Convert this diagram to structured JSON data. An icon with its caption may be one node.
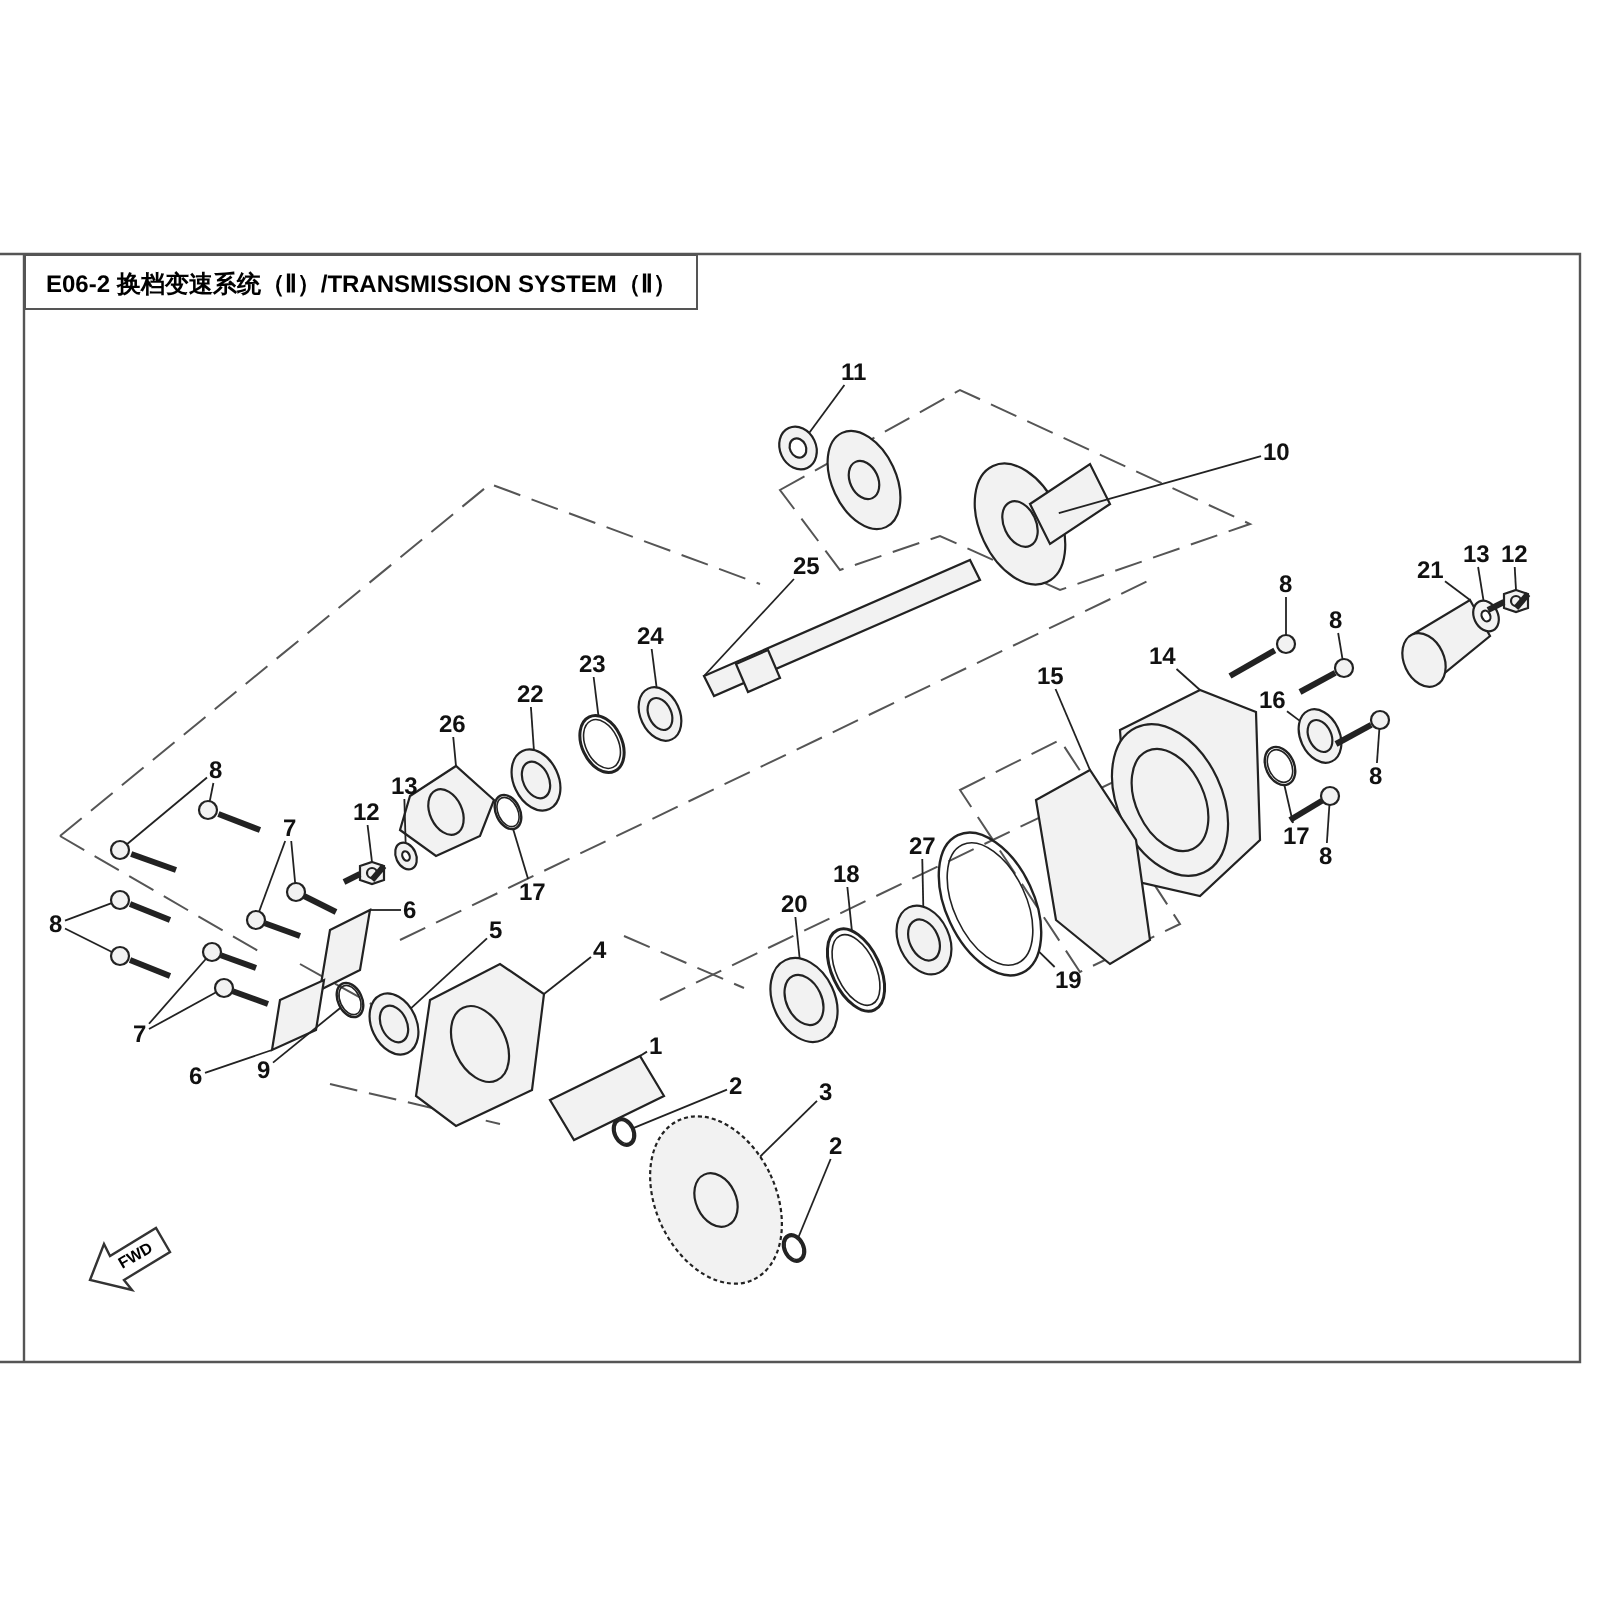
{
  "diagram": {
    "title": "E06-2 换档变速系统（Ⅱ）/TRANSMISSION SYSTEM（Ⅱ）",
    "nodes": [
      {
        "text": [
          "11"
        ]
      },
      {
        "text": [
          "10"
        ]
      },
      {
        "text": [
          "25"
        ]
      },
      {
        "text": [
          "8"
        ]
      },
      {
        "text": [
          "21"
        ]
      },
      {
        "text": [
          "13"
        ]
      },
      {
        "text": [
          "12"
        ]
      },
      {
        "text": [
          "24"
        ]
      },
      {
        "text": [
          "8"
        ]
      },
      {
        "text": [
          "14"
        ]
      },
      {
        "text": [
          "23"
        ]
      },
      {
        "text": [
          "15"
        ]
      },
      {
        "text": [
          "22"
        ]
      },
      {
        "text": [
          "16"
        ]
      },
      {
        "text": [
          "26"
        ]
      },
      {
        "text": [
          "8"
        ]
      },
      {
        "text": [
          "8"
        ]
      },
      {
        "text": [
          "13"
        ]
      },
      {
        "text": [
          "17"
        ]
      },
      {
        "text": [
          "12"
        ]
      },
      {
        "text": [
          "7"
        ]
      },
      {
        "text": [
          "27"
        ]
      },
      {
        "text": [
          "8"
        ]
      },
      {
        "text": [
          "18"
        ]
      },
      {
        "text": [
          "17"
        ]
      },
      {
        "text": [
          "20"
        ]
      },
      {
        "text": [
          "6"
        ]
      },
      {
        "text": [
          "8"
        ]
      },
      {
        "text": [
          "19"
        ]
      },
      {
        "text": [
          "5"
        ]
      },
      {
        "text": [
          "4"
        ]
      },
      {
        "text": [
          "7"
        ]
      },
      {
        "text": [
          "1"
        ]
      },
      {
        "text": [
          "9"
        ]
      },
      {
        "text": [
          "6"
        ]
      },
      {
        "text": [
          "2"
        ]
      },
      {
        "text": [
          "3"
        ]
      },
      {
        "text": [
          "2"
        ]
      },
      {
        "text": [],
        "shape": "picture"
      },
      {
        "text": [],
        "shape": "picture"
      },
      {
        "text": [],
        "shape": "picture"
      },
      {
        "text": [],
        "shape": "picture"
      },
      {
        "text": [],
        "shape": "picture"
      },
      {
        "text": [],
        "shape": "picture"
      },
      {
        "text": [],
        "shape": "picture"
      },
      {
        "text": [],
        "shape": "picture"
      },
      {
        "text": [],
        "shape": "picture"
      },
      {
        "text": [],
        "shape": "picture"
      },
      {
        "text": [],
        "shape": "picture"
      },
      {
        "text": [],
        "shape": "picture"
      },
      {
        "text": [],
        "shape": "picture"
      },
      {
        "text": [],
        "shape": "picture"
      },
      {
        "text": [],
        "shape": "picture"
      },
      {
        "text": [],
        "shape": "picture"
      },
      {
        "text": [],
        "shape": "picture"
      },
      {
        "text": [],
        "shape": "picture"
      },
      {
        "text": [],
        "shape": "picture"
      },
      {
        "text": [],
        "shape": "picture"
      },
      {
        "text": [],
        "shape": "picture"
      },
      {
        "text": [],
        "shape": "picture"
      },
      {
        "text": [],
        "shape": "picture"
      },
      {
        "text": [],
        "shape": "picture"
      },
      {
        "text": [],
        "shape": "picture"
      },
      {
        "text": [],
        "shape": "picture"
      },
      {
        "text": [],
        "shape": "picture"
      },
      {
        "text": [],
        "shape": "picture"
      },
      {
        "text": [],
        "shape": "picture"
      },
      {
        "text": [],
        "shape": "picture"
      },
      {
        "text": [],
        "shape": "picture"
      },
      {
        "text": [],
        "shape": "picture"
      },
      {
        "text": [],
        "shape": "picture"
      },
      {
        "text": [],
        "shape": "picture"
      },
      {
        "text": [],
        "shape": "picture"
      },
      {
        "text": [],
        "shape": "picture"
      },
      {
        "text": [],
        "shape": "picture"
      },
      {
        "text": [],
        "shape": "picture"
      },
      {
        "text": [],
        "shape": "picture"
      },
      {
        "text": [],
        "shape": "picture"
      },
      {
        "text": [],
        "shape": "picture"
      },
      {
        "text": [],
        "shape": "picture"
      }
    ],
    "edges": [
      {
        "from": 0,
        "to": 38,
        "arrow": "none"
      },
      {
        "from": 1,
        "to": 39,
        "arrow": "none"
      },
      {
        "from": 2,
        "to": 40,
        "arrow": "none"
      },
      {
        "from": 3,
        "to": 41,
        "arrow": "none"
      },
      {
        "from": 4,
        "to": 42,
        "arrow": "none"
      },
      {
        "from": 5,
        "to": 43,
        "arrow": "none"
      },
      {
        "from": 6,
        "to": 44,
        "arrow": "none"
      },
      {
        "from": 7,
        "to": 45,
        "arrow": "none"
      },
      {
        "from": 8,
        "to": 46,
        "arrow": "none"
      },
      {
        "from": 9,
        "to": 47,
        "arrow": "none"
      },
      {
        "from": 10,
        "to": 48,
        "arrow": "none"
      },
      {
        "from": 11,
        "to": 49,
        "arrow": "none"
      },
      {
        "from": 12,
        "to": 50,
        "arrow": "none"
      },
      {
        "from": 13,
        "to": 51,
        "arrow": "none"
      },
      {
        "from": 14,
        "to": 52,
        "arrow": "none"
      },
      {
        "from": 15,
        "to": 53,
        "arrow": "none"
      },
      {
        "from": 15,
        "to": 54,
        "arrow": "none"
      },
      {
        "from": 16,
        "to": 55,
        "arrow": "none"
      },
      {
        "from": 17,
        "to": 56,
        "arrow": "none"
      },
      {
        "from": 18,
        "to": 57,
        "arrow": "none"
      },
      {
        "from": 19,
        "to": 58,
        "arrow": "none"
      },
      {
        "from": 20,
        "to": 59,
        "arrow": "none"
      },
      {
        "from": 20,
        "to": 60,
        "arrow": "none"
      },
      {
        "from": 21,
        "to": 61,
        "arrow": "none"
      },
      {
        "from": 22,
        "to": 62,
        "arrow": "none"
      },
      {
        "from": 23,
        "to": 63,
        "arrow": "none"
      },
      {
        "from": 24,
        "to": 64,
        "arrow": "none"
      },
      {
        "from": 25,
        "to": 65,
        "arrow": "none"
      },
      {
        "from": 26,
        "to": 66,
        "arrow": "none"
      },
      {
        "from": 27,
        "to": 67,
        "arrow": "none"
      },
      {
        "from": 27,
        "to": 68,
        "arrow": "none"
      },
      {
        "from": 28,
        "to": 69,
        "arrow": "none"
      },
      {
        "from": 29,
        "to": 70,
        "arrow": "none"
      },
      {
        "from": 30,
        "to": 71,
        "arrow": "none"
      },
      {
        "from": 31,
        "to": 72,
        "arrow": "none"
      },
      {
        "from": 31,
        "to": 73,
        "arrow": "none"
      },
      {
        "from": 32,
        "to": 74,
        "arrow": "none"
      },
      {
        "from": 33,
        "to": 75,
        "arrow": "none"
      },
      {
        "from": 34,
        "to": 76,
        "arrow": "none"
      },
      {
        "from": 35,
        "to": 77,
        "arrow": "none"
      },
      {
        "from": 36,
        "to": 78,
        "arrow": "none"
      },
      {
        "from": 37,
        "to": 79,
        "arrow": "none"
      }
    ],
    "labels": [
      "FWD"
    ]
  }
}
